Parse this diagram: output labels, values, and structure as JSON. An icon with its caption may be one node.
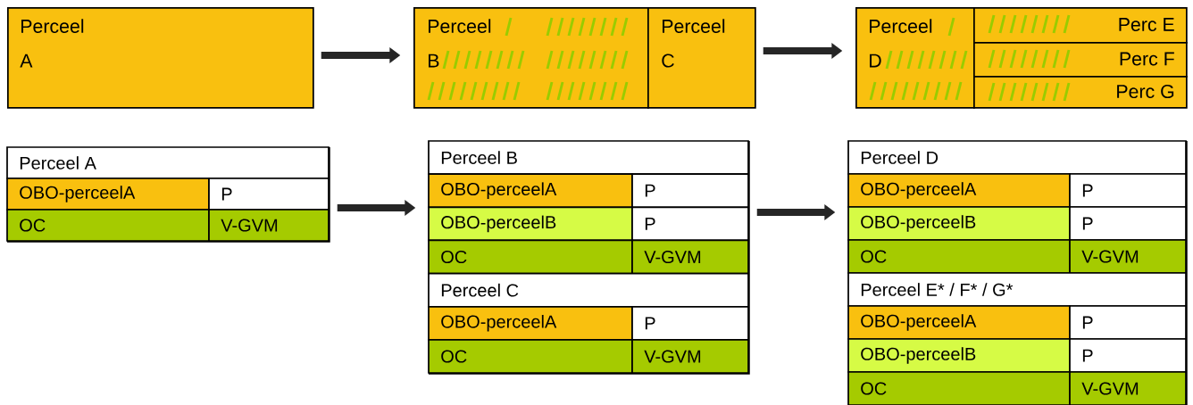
{
  "diagram": {
    "nodes": [
      {
        "text": [
          "Perceel A"
        ]
      },
      {
        "text": [
          "Perceel B"
        ]
      },
      {
        "text": [
          "Perceel C"
        ]
      },
      {
        "text": [
          "Perceel D"
        ]
      },
      {
        "text": [
          "Perc E"
        ]
      },
      {
        "text": [
          "Perc F"
        ]
      },
      {
        "text": [
          "Perc G"
        ]
      },
      {
        "text": [
          "Perceel A",
          "OBO-perceelA",
          "P",
          "OC",
          "V-GVM"
        ]
      },
      {
        "text": [
          "Perceel B",
          "OBO-perceelA",
          "P",
          "OBO-perceelB",
          "P",
          "OC",
          "V-GVM",
          "Perceel C",
          "OBO-perceelA",
          "P",
          "OC",
          "V-GVM"
        ]
      },
      {
        "text": [
          "Perceel D",
          "OBO-perceelA",
          "P",
          "OBO-perceelB",
          "P",
          "OC",
          "V-GVM",
          "Perceel E* / F* / G*",
          "OBO-perceelA",
          "P",
          "OBO-perceelB",
          "P",
          "OC",
          "V-GVM"
        ]
      }
    ],
    "edges": [
      {
        "from": 0,
        "to": 1,
        "arrow": "to"
      },
      {
        "from": 2,
        "to": 3,
        "arrow": "to"
      },
      {
        "from": 7,
        "to": 8,
        "arrow": "to"
      },
      {
        "from": 8,
        "to": 9,
        "arrow": "to"
      }
    ]
  }
}
